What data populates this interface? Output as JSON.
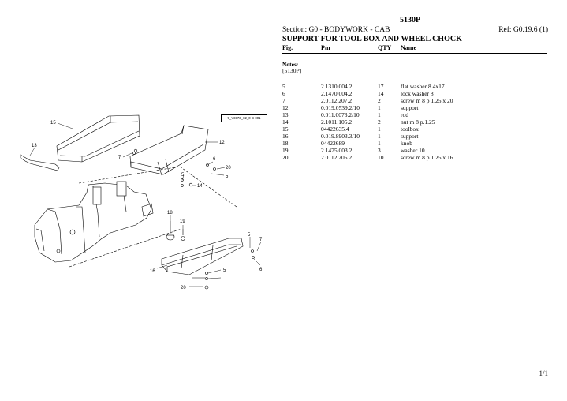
{
  "document": {
    "title": "5130P",
    "section": "Section: G0 - BODYWORK - CAB",
    "ref": "Ref: G0.19.6 (1)",
    "heading": "SUPPORT FOR TOOL BOX AND WHEEL CHOCK",
    "page": "1/1"
  },
  "table": {
    "headers": {
      "fig": "Fig.",
      "pn": "P/n",
      "qty": "QTY",
      "name": "Name"
    },
    "notes_label": "Notes:",
    "notes_value": "[5130P]",
    "rows": [
      {
        "fig": "5",
        "pn": "2.1310.004.2",
        "qty": "17",
        "name": "flat washer 8.4x17"
      },
      {
        "fig": "6",
        "pn": "2.1470.004.2",
        "qty": "14",
        "name": "lock washer 8"
      },
      {
        "fig": "7",
        "pn": "2.0112.207.2",
        "qty": "2",
        "name": "screw m 8 p 1.25 x 20"
      },
      {
        "fig": "12",
        "pn": "0.019.0539.2/10",
        "qty": "1",
        "name": "support"
      },
      {
        "fig": "13",
        "pn": "0.011.0073.2/10",
        "qty": "1",
        "name": "rod"
      },
      {
        "fig": "14",
        "pn": "2.1011.105.2",
        "qty": "2",
        "name": "nut m 8 p.1.25"
      },
      {
        "fig": "15",
        "pn": "04422635.4",
        "qty": "1",
        "name": "toolbox"
      },
      {
        "fig": "16",
        "pn": "0.019.8903.3/10",
        "qty": "1",
        "name": "support"
      },
      {
        "fig": "18",
        "pn": "04422689",
        "qty": "1",
        "name": "knob"
      },
      {
        "fig": "19",
        "pn": "2.1475.003.2",
        "qty": "3",
        "name": "washer 10"
      },
      {
        "fig": "20",
        "pn": "2.0112.205.2",
        "qty": "10",
        "name": "screw m 8 p.1.25 x 16"
      }
    ]
  },
  "diagram": {
    "code": "9_Y6973_02_0-B-001",
    "callouts": [
      "15",
      "13",
      "7",
      "12",
      "6",
      "20",
      "5",
      "5",
      "14",
      "18",
      "19",
      "5",
      "7",
      "6",
      "16",
      "5",
      "20"
    ]
  }
}
